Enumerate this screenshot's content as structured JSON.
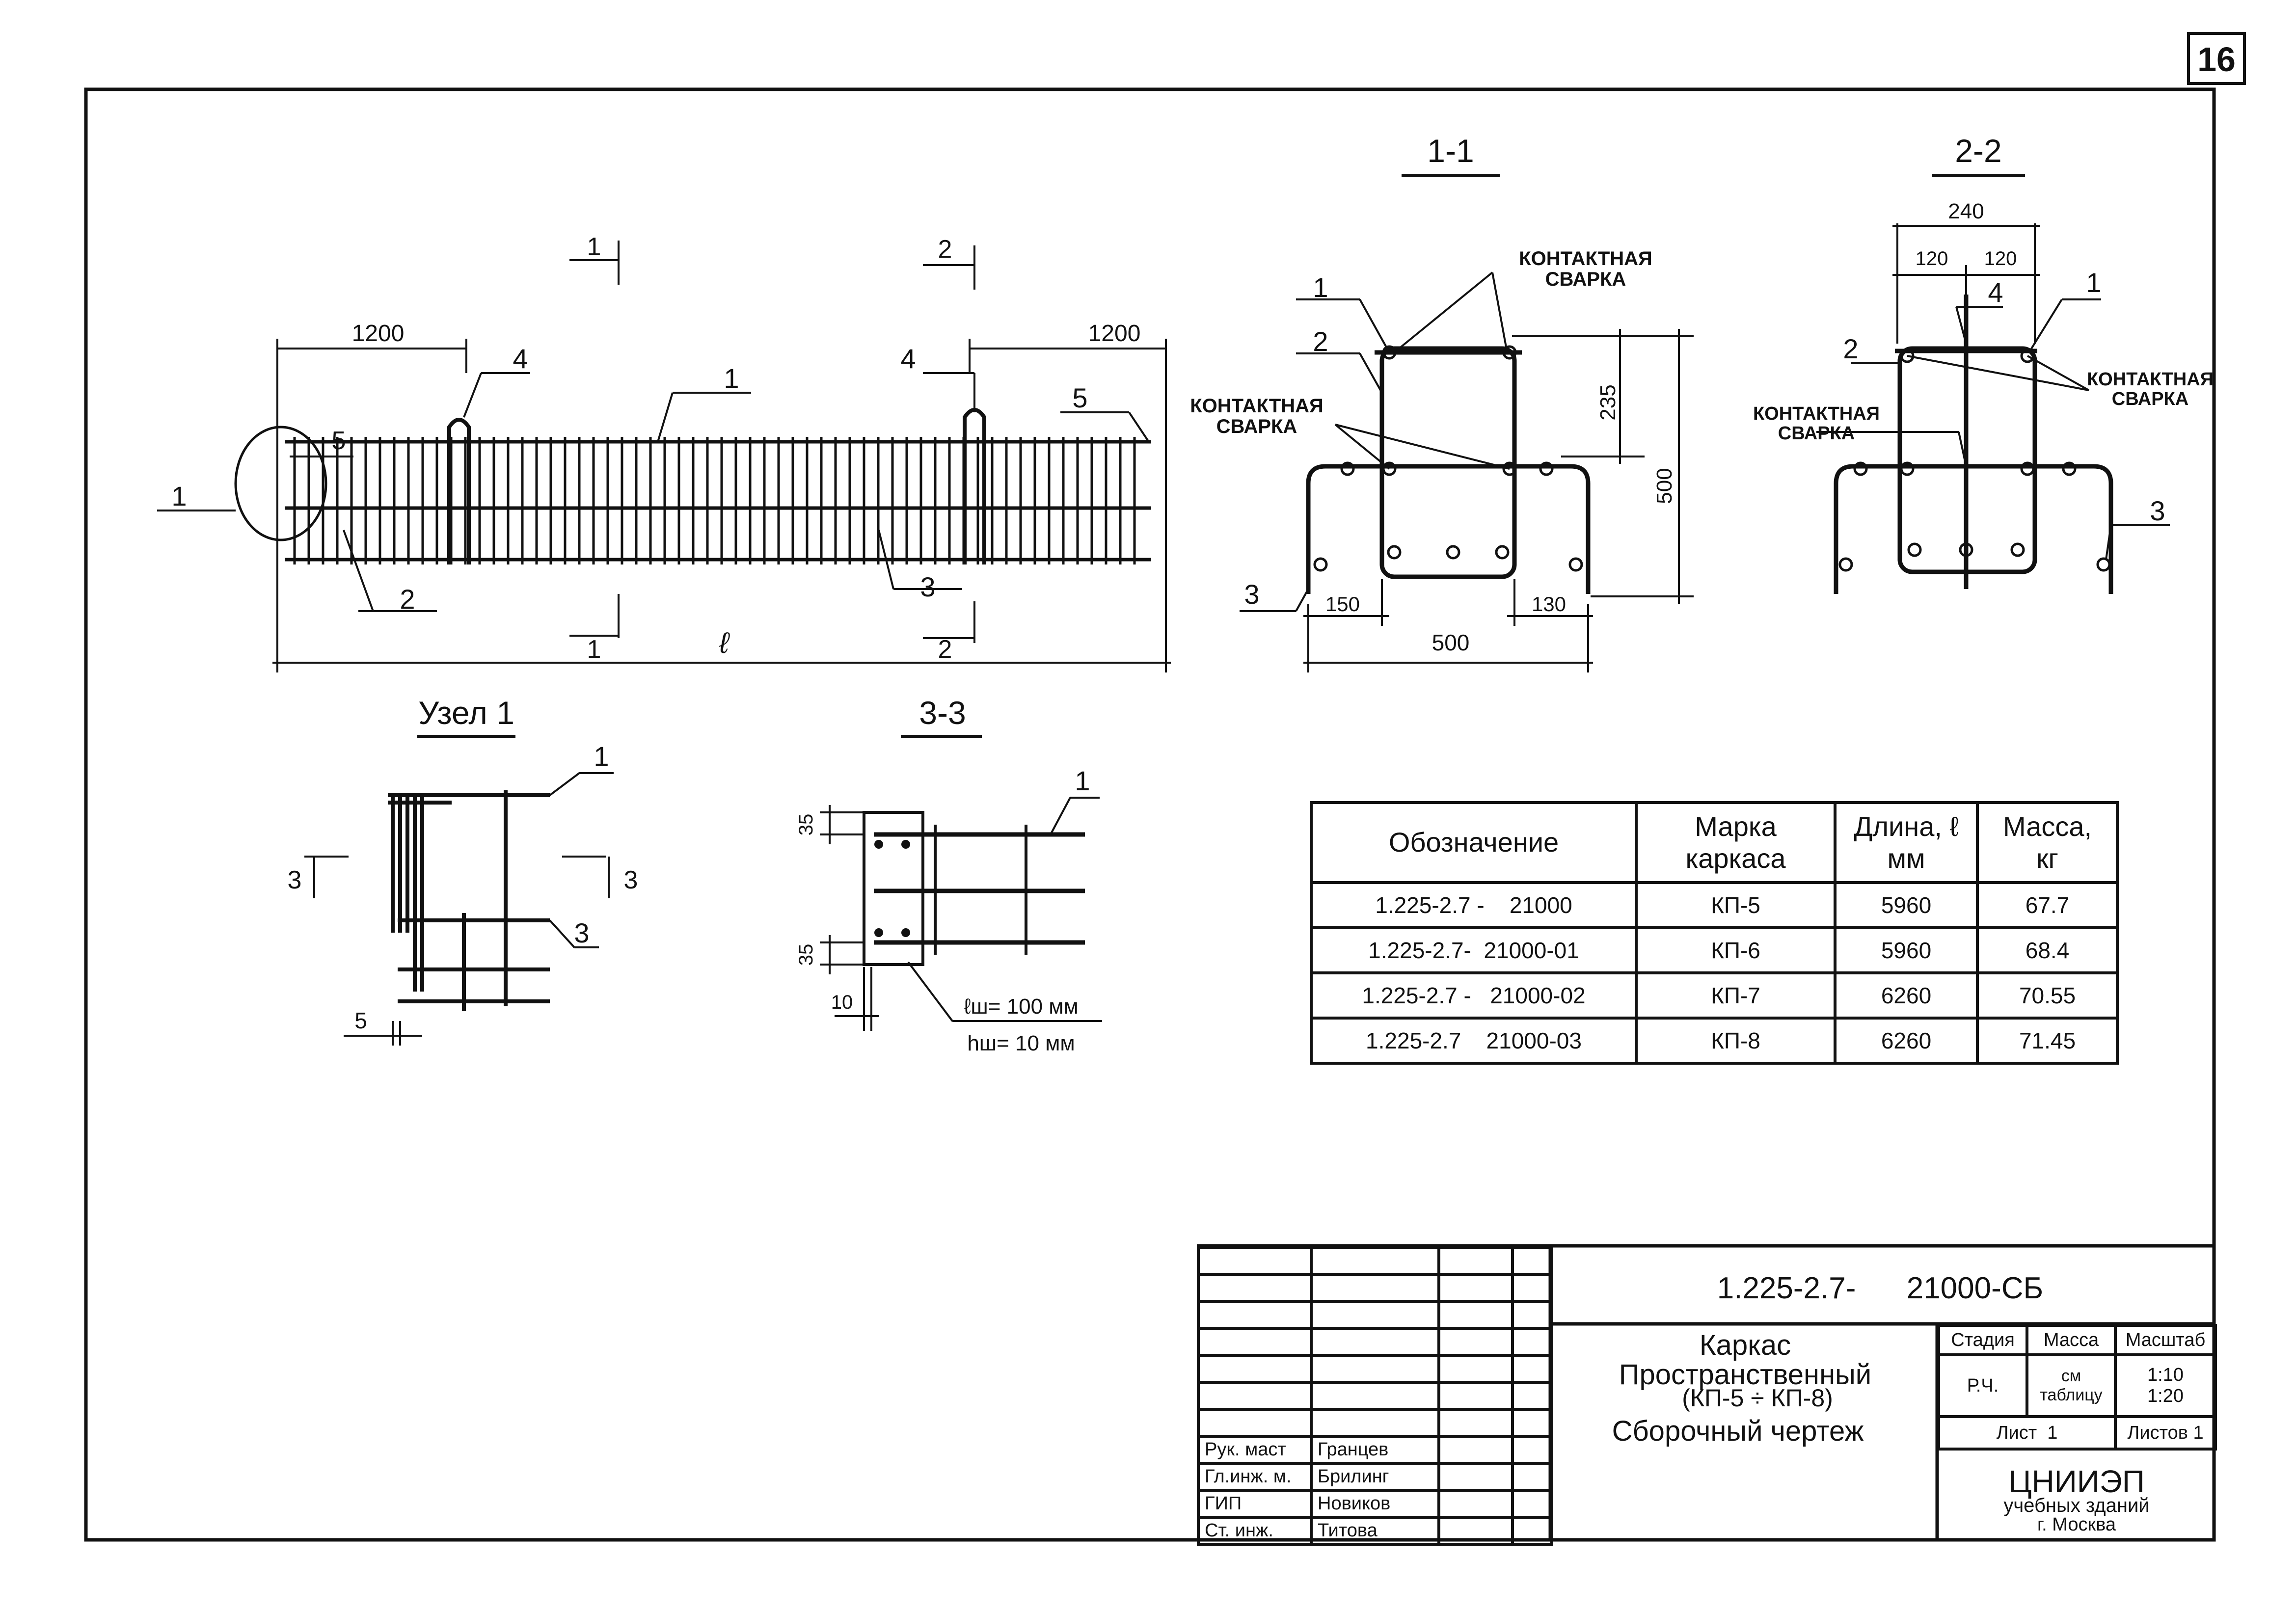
{
  "sheet": {
    "number": "16"
  },
  "elevation": {
    "dims": {
      "left": "1200",
      "right": "1200",
      "span": "ℓ"
    },
    "cuts": {
      "a": "1",
      "b": "2"
    },
    "callouts": {
      "c1": "1",
      "c2": "2",
      "c3": "3",
      "c4a": "4",
      "c4b": "4",
      "c5a": "5",
      "c5b": "5",
      "node": "1"
    }
  },
  "section_1_1": {
    "title": "1-1",
    "weld_top": "КОНТАКТНАЯ\nСВАРКА",
    "weld_mid": "КОНТАКТНАЯ\nСВАРКА",
    "dims": {
      "h_top": "235",
      "h_total": "500",
      "w_left": "150",
      "w_right": "130",
      "w_total": "500"
    },
    "callouts": {
      "c1": "1",
      "c2": "2",
      "c3": "3"
    }
  },
  "section_2_2": {
    "title": "2-2",
    "weld_right": "КОНТАКТНАЯ\nСВАРКА",
    "weld_left": "КОНТАКТНАЯ\nСВАРКА",
    "dims": {
      "w_total": "240",
      "w_a": "120",
      "w_b": "120"
    },
    "callouts": {
      "c1": "1",
      "c2": "2",
      "c3": "3",
      "c4": "4"
    }
  },
  "node_1": {
    "title": "Узел 1",
    "callouts": {
      "c1": "1",
      "c3": "3",
      "cut_a": "3",
      "cut_b": "3"
    },
    "dim": "5"
  },
  "section_3_3": {
    "title": "3-3",
    "callout": "1",
    "dims": {
      "d1": "35",
      "d2": "35",
      "d3": "10"
    },
    "weld_len": "ℓш= 100 мм",
    "weld_h": "hш= 10 мм"
  },
  "spec_table": {
    "headers": [
      "Обозначение",
      "Марка\nкаркаса",
      "Длина, ℓ\nмм",
      "Масса,\nкг"
    ],
    "rows": [
      [
        "1.225-2.7 -    21000",
        "КП-5",
        "5960",
        "67.7"
      ],
      [
        "1.225-2.7-  21000-01",
        "КП-6",
        "5960",
        "68.4"
      ],
      [
        "1.225-2.7 -   21000-02",
        "КП-7",
        "6260",
        "70.55"
      ],
      [
        "1.225-2.7    21000-03",
        "КП-8",
        "6260",
        "71.45"
      ]
    ]
  },
  "title_block": {
    "doc_code": "1.225-2.7-      21000-СБ",
    "name_lines": [
      "Каркас",
      "Пространственный",
      "(КП-5 ÷ КП-8)",
      "Сборочный чертеж"
    ],
    "param_labels": [
      "Стадия",
      "Масса",
      "Масштаб"
    ],
    "stage": "Р.Ч.",
    "mass": "см\nтаблицу",
    "scale": "1:10\n1:20",
    "sheet_label": "Лист  1",
    "sheets_label": "Листов 1",
    "org": [
      "ЦНИИЭП",
      "учебных  зданий",
      "г. Москва"
    ],
    "people": [
      {
        "role": "Рук. маст",
        "name": "Гранцев"
      },
      {
        "role": "Гл.инж. м.",
        "name": "Брилинг"
      },
      {
        "role": "ГИП",
        "name": "Новиков"
      },
      {
        "role": "Ст. инж.",
        "name": "Титова"
      }
    ]
  }
}
